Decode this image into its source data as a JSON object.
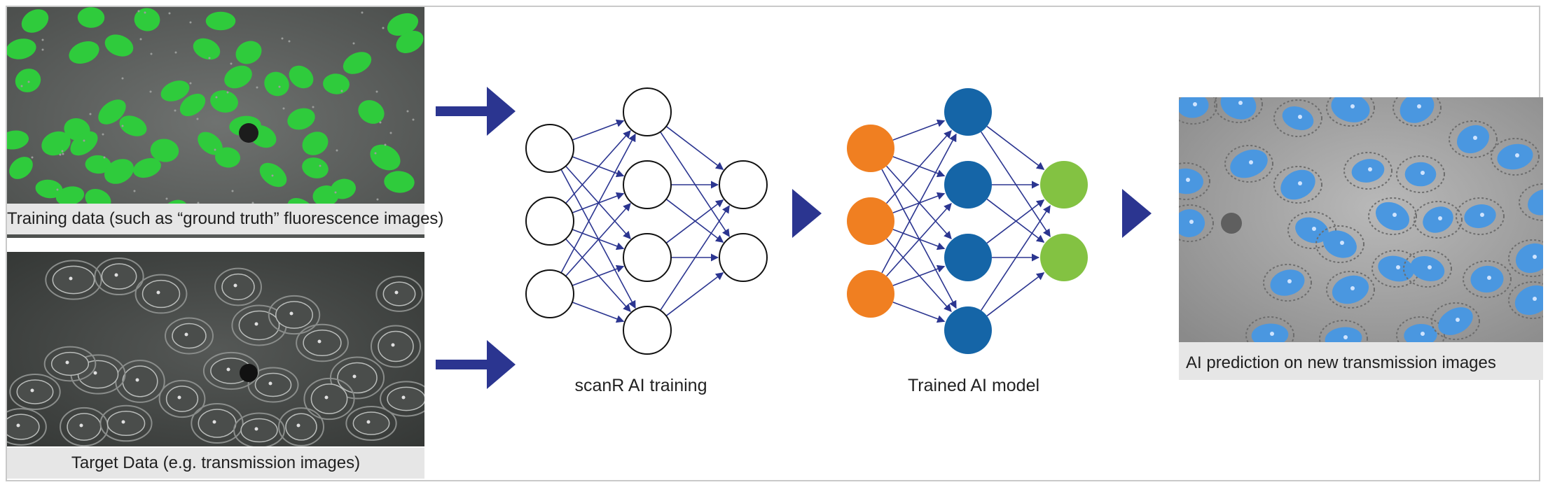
{
  "panels": {
    "training": {
      "caption": "Training data (such as “ground truth” fluorescence images)"
    },
    "target": {
      "caption": "Target Data (e.g. transmission images)"
    },
    "prediction": {
      "caption": "AI prediction on new transmission images"
    }
  },
  "networks": {
    "training_label": "scanR AI training",
    "trained_label": "Trained AI model"
  },
  "colors": {
    "arrow": "#2b3590",
    "input_node": "#f07f21",
    "hidden_node": "#1565a7",
    "output_node": "#83c242",
    "fluorescence": "#2fcb3c",
    "prediction_nuclei": "#4a97e0",
    "caption_bg": "#e6e6e6"
  }
}
